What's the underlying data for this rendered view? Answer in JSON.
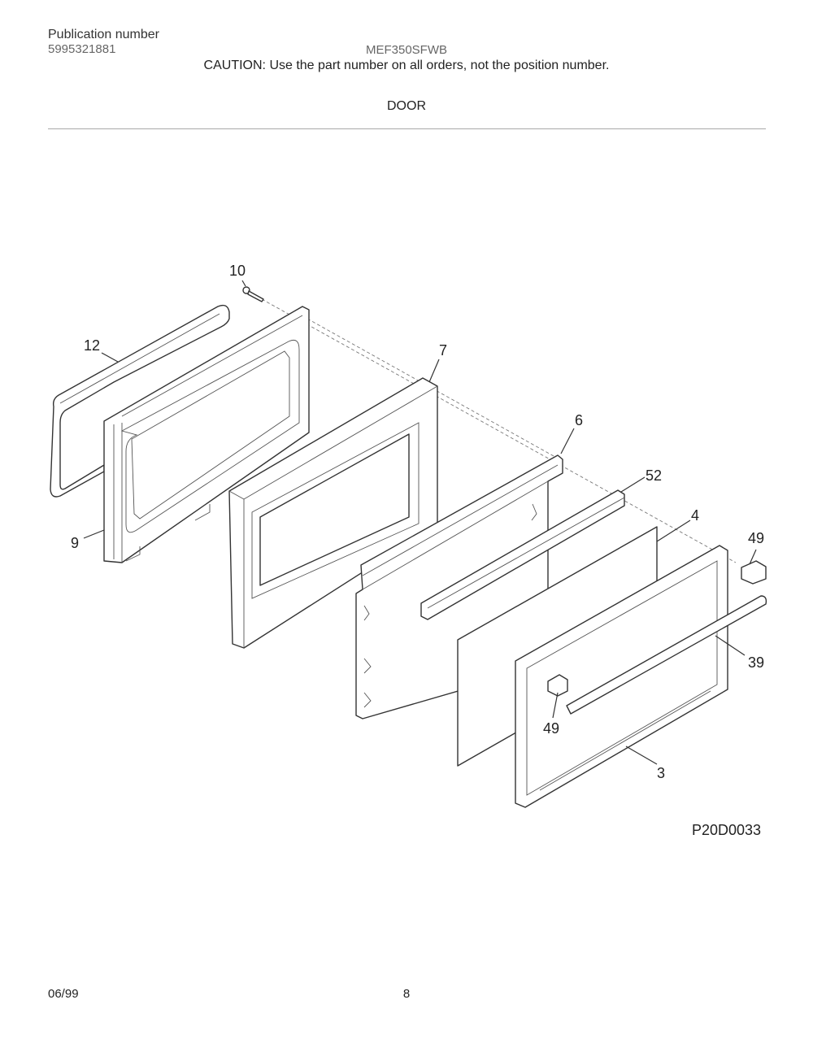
{
  "header": {
    "publication_label": "Publication number",
    "publication_number": "5995321881",
    "model": "MEF350SFWB",
    "caution": "CAUTION:  Use the part number on all orders, not the position number.",
    "section_title": "DOOR"
  },
  "diagram": {
    "code": "P20D0033",
    "callouts": {
      "c10": "10",
      "c12": "12",
      "c7": "7",
      "c6": "6",
      "c52": "52",
      "c4": "4",
      "c49a": "49",
      "c9": "9",
      "c39": "39",
      "c49b": "49",
      "c3": "3"
    }
  },
  "footer": {
    "date": "06/99",
    "page": "8"
  }
}
